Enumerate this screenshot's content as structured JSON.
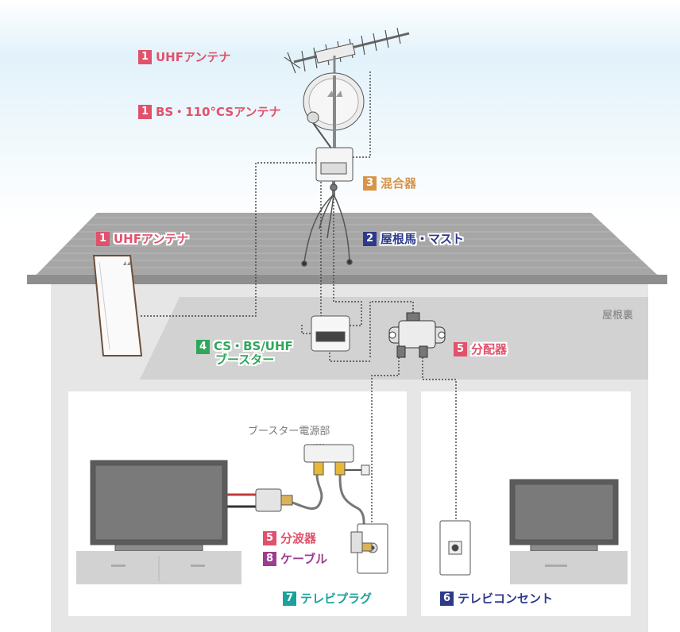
{
  "colors": {
    "pink": "#e0526c",
    "orange": "#d9944a",
    "navy": "#2d3a8c",
    "green": "#2fa65c",
    "teal": "#1aa39a",
    "purple": "#9b3d90",
    "roof": "#a3a3a3",
    "wall": "#ececec",
    "sky": "#dbeff8"
  },
  "labels": {
    "uhf_antenna_top": {
      "num": "1",
      "text": "UHFアンテナ"
    },
    "bs_cs_antenna": {
      "num": "1",
      "text": "BS・110°CSアンテナ"
    },
    "mixer": {
      "num": "3",
      "text": "混合器"
    },
    "mast": {
      "num": "2",
      "text": "屋根馬・マスト"
    },
    "uhf_antenna_attic": {
      "num": "1",
      "text": "UHFアンテナ"
    },
    "booster": {
      "num": "4",
      "text_line1": "CS・BS/UHF",
      "text_line2": "ブースター"
    },
    "distributor": {
      "num": "5",
      "text": "分配器"
    },
    "separator": {
      "num": "5",
      "text": "分波器"
    },
    "cable": {
      "num": "8",
      "text": "ケーブル"
    },
    "tv_plug": {
      "num": "7",
      "text": "テレビプラグ"
    },
    "tv_outlet": {
      "num": "6",
      "text": "テレビコンセント"
    }
  },
  "attic_label": "屋根裏",
  "booster_power_label": "ブースター電源部"
}
